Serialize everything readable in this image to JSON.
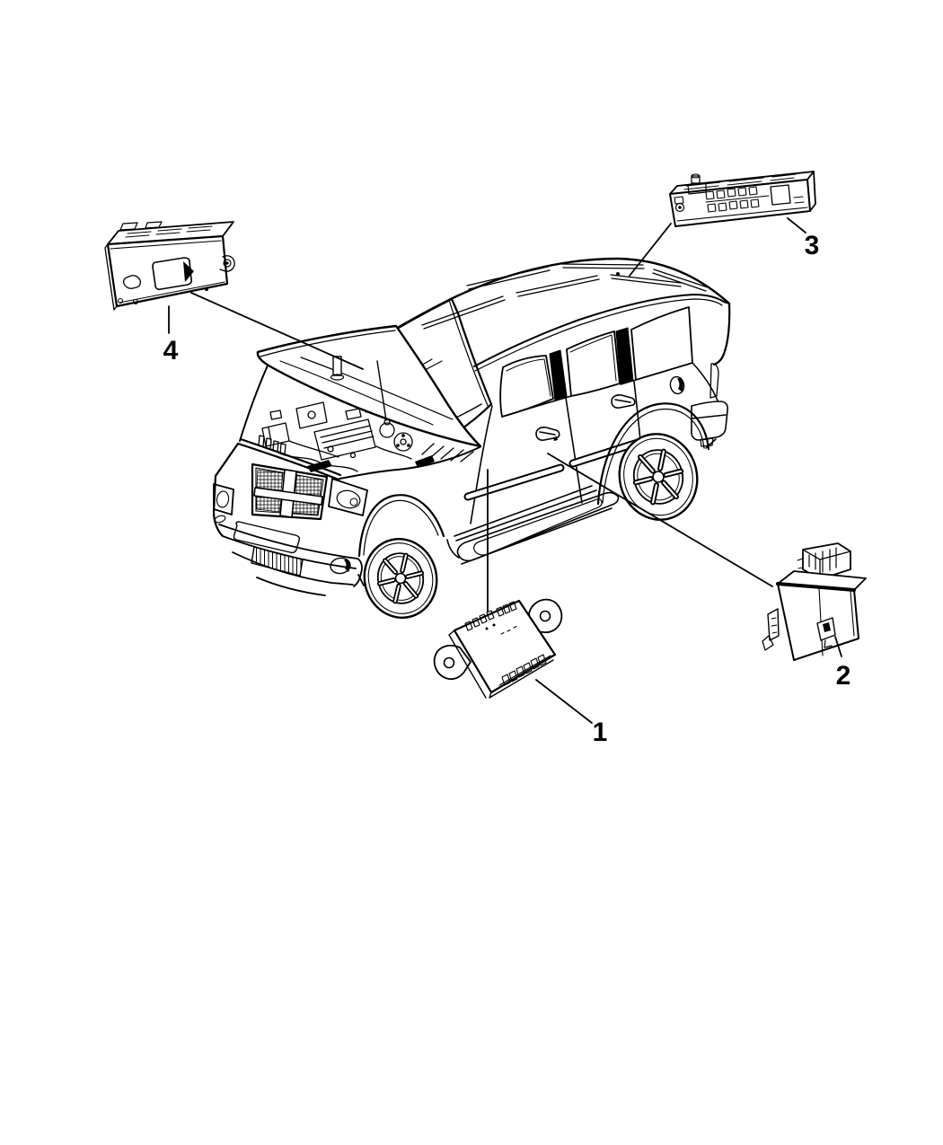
{
  "page": {
    "background": "#ffffff",
    "ink": "#000000",
    "title": "Vehicle electronic modules location line-art parts diagram"
  },
  "diagram": {
    "type": "parts-location-line-drawing",
    "subject": "SUV in front three-quarter view with hood open, four numbered control modules",
    "callouts": [
      {
        "label": "1"
      },
      {
        "label": "2"
      },
      {
        "label": "3"
      },
      {
        "label": "4"
      }
    ]
  }
}
